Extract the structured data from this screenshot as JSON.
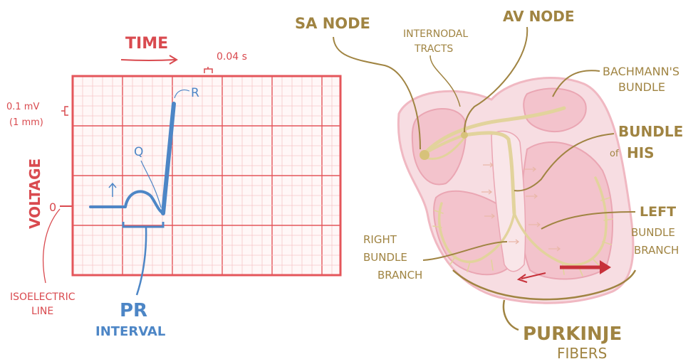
{
  "ecg": {
    "time_label": "TIME",
    "small_box_time": "0.04 s",
    "small_box_voltage_line1": "0.1 mV",
    "small_box_voltage_line2": "(1 mm)",
    "voltage_label": "VOLTAGE",
    "zero_label": "0",
    "isoelectric_line1": "ISOELECTRIC",
    "isoelectric_line2": "LINE",
    "q_label": "Q",
    "r_label": "R",
    "pr_label": "PR",
    "interval_label": "INTERVAL"
  },
  "heart": {
    "sa_node": "SA NODE",
    "internodal_line1": "INTERNODAL",
    "internodal_line2": "TRACTS",
    "av_node": "AV NODE",
    "bachmann_line1": "BACHMANN'S",
    "bachmann_line2": "BUNDLE",
    "his_line1": "BUNDLE",
    "his_of": "of",
    "his_line2": "HIS",
    "left_bb_line1": "LEFT",
    "left_bb_line2": "BUNDLE",
    "left_bb_line3": "BRANCH",
    "right_bb_line1": "RIGHT",
    "right_bb_line2": "BUNDLE",
    "right_bb_line3": "BRANCH",
    "purkinje_line1": "PURKINJE",
    "purkinje_line2": "FIBERS"
  },
  "colors": {
    "grid_red": "#e4565b",
    "grid_minor": "#f6c7c8",
    "trace_blue": "#4d86c6",
    "conduction_tan": "#e2d39c",
    "heart_pink": "#f3c9d0",
    "label_olive": "#a08442",
    "arrow_red": "#c7313a"
  }
}
